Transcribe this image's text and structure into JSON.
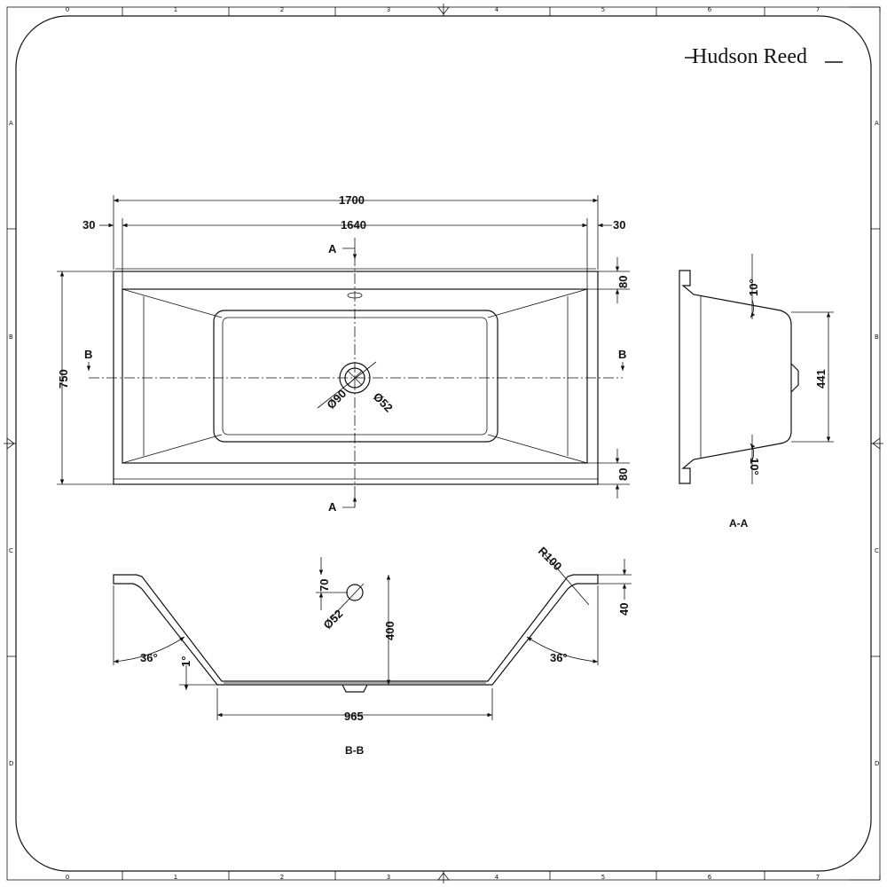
{
  "brand": {
    "name": "Hudson Reed"
  },
  "grid": {
    "columns": [
      "0",
      "1",
      "2",
      "3",
      "4",
      "5",
      "6",
      "7"
    ],
    "rows": [
      "A",
      "B",
      "C",
      "D"
    ]
  },
  "plan": {
    "overall_length": "1700",
    "inner_length": "1640",
    "rim_left": "30",
    "rim_right": "30",
    "overall_width": "750",
    "rim_top": "80",
    "rim_bottom": "80",
    "section_a_top": "A",
    "section_a_bottom": "A",
    "section_b_left": "B",
    "section_b_right": "B",
    "waste_outer": "Ø90",
    "waste_inner": "Ø52"
  },
  "section_aa": {
    "caption": "A-A",
    "angle_top": "10°",
    "angle_bottom": "10°",
    "depth": "441"
  },
  "section_bb": {
    "caption": "B-B",
    "radius": "R100",
    "overflow_offset": "70",
    "overflow_dia": "Ø52",
    "depth": "400",
    "rim_thickness": "40",
    "angle_left": "36°",
    "angle_right": "36°",
    "floor_slope": "1°",
    "floor_length": "965"
  }
}
